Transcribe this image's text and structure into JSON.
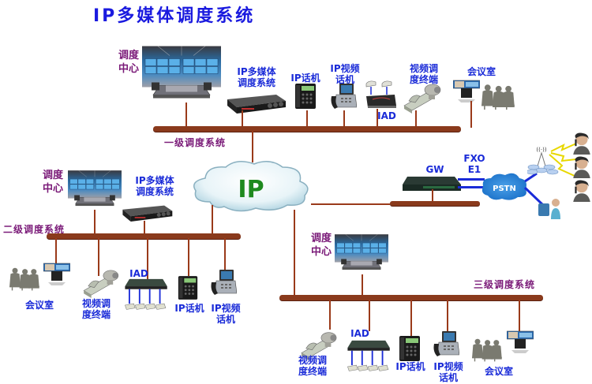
{
  "title": "IP多媒体调度系统",
  "cloud_label": "IP",
  "pstn_label": "PSTN",
  "gateway": {
    "label": "GW",
    "link_labels": [
      "FXO",
      "E1"
    ]
  },
  "level1": {
    "name": "一级调度系统",
    "dispatch_center": [
      "调度",
      "中心"
    ],
    "ip_mm_system": [
      "IP多媒体",
      "调度系统"
    ],
    "devices": [
      {
        "id": "ip-phone",
        "label": [
          "IP话机"
        ]
      },
      {
        "id": "ip-video-phone",
        "label": [
          "IP视频",
          "话机"
        ]
      },
      {
        "id": "iad",
        "label": [
          "IAD"
        ]
      },
      {
        "id": "video-terminal",
        "label": [
          "视频调",
          "度终端"
        ]
      },
      {
        "id": "meeting-room",
        "label": [
          "会议室"
        ]
      }
    ]
  },
  "level2": {
    "name": "二级调度系统",
    "dispatch_center": [
      "调度",
      "中心"
    ],
    "ip_mm_system": [
      "IP多媒体",
      "调度系统"
    ],
    "devices": [
      {
        "id": "meeting-room",
        "label": [
          "会议室"
        ]
      },
      {
        "id": "video-terminal",
        "label": [
          "视频调",
          "度终端"
        ]
      },
      {
        "id": "iad",
        "label": [
          "IAD"
        ]
      },
      {
        "id": "ip-phone",
        "label": [
          "IP话机"
        ]
      },
      {
        "id": "ip-video-phone",
        "label": [
          "IP视频",
          "话机"
        ]
      }
    ]
  },
  "level3": {
    "name": "三级调度系统",
    "dispatch_center": [
      "调度",
      "中心"
    ],
    "devices": [
      {
        "id": "video-terminal",
        "label": [
          "视频调",
          "度终端"
        ]
      },
      {
        "id": "iad",
        "label": [
          "IAD"
        ]
      },
      {
        "id": "ip-phone",
        "label": [
          "IP话机"
        ]
      },
      {
        "id": "ip-video-phone",
        "label": [
          "IP视频",
          "话机"
        ]
      },
      {
        "id": "meeting-room",
        "label": [
          "会议室"
        ]
      }
    ]
  },
  "colors": {
    "bus": "#8a3a1c",
    "title": "#1a1adf",
    "device_label": "#1a2bd8",
    "system_label": "#7a1a78",
    "cloud_text": "#1f8a1f",
    "pstn_link": "#1a2bd8"
  }
}
